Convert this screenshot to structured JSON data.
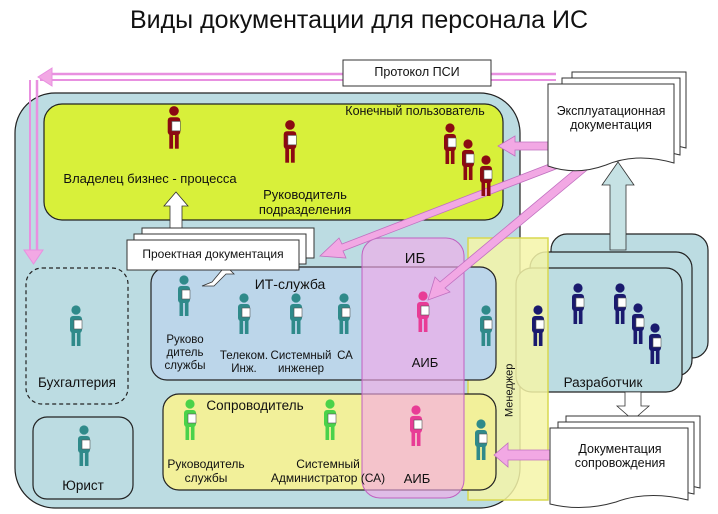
{
  "title": "Виды документации для персонала ИС",
  "docs": {
    "psi_protocol": "Протокол ПСИ",
    "operational_line1": "Эксплуатационная",
    "operational_line2": "документация",
    "design": "Проектная документация",
    "maintenance_line1": "Документация",
    "maintenance_line2": "сопровождения"
  },
  "groups": {
    "end_user": "Конечный пользователь",
    "it_service": "ИТ-служба",
    "ib": "ИБ",
    "maintainer": "Сопроводитель",
    "manager": "Менеджер",
    "developer": "Разработчик",
    "accounting": "Бухгалтерия",
    "lawyer": "Юрист"
  },
  "roles": {
    "process_owner": "Владелец бизнес - процесса",
    "dept_head_line1": "Руководитель",
    "dept_head_line2": "подразделения",
    "it_head_line1": "Руково",
    "it_head_line2": "дитель",
    "it_head_line3": "службы",
    "telecom_line1": "Телеком.",
    "telecom_line2": "Инж.",
    "sys_eng_line1": "Системный",
    "sys_eng_line2": "инженер",
    "sa": "СА",
    "aib_top": "АИБ",
    "aib_bottom": "АИБ",
    "maint_head_line1": "Руководитель",
    "maint_head_line2": "службы",
    "sys_admin_line1": "Системный",
    "sys_admin_line2": "Администратор (СА)"
  },
  "colors": {
    "outer_panel": "#bcdce2",
    "end_user_panel": "#d8f03a",
    "it_panel": "#bcd6ea",
    "ib_panel": "#f6b8ec",
    "maintainer_panel": "#f2f09a",
    "manager_panel": "#f4f4a8",
    "arrow_pink": "#f2a8e4",
    "arrow_teal": "#c6e2e4",
    "person_darkred": "#8b0a12",
    "person_teal": "#2f8a8a",
    "person_navy": "#1a1a6e",
    "person_green": "#4ad24a",
    "person_pink": "#e83c96"
  }
}
